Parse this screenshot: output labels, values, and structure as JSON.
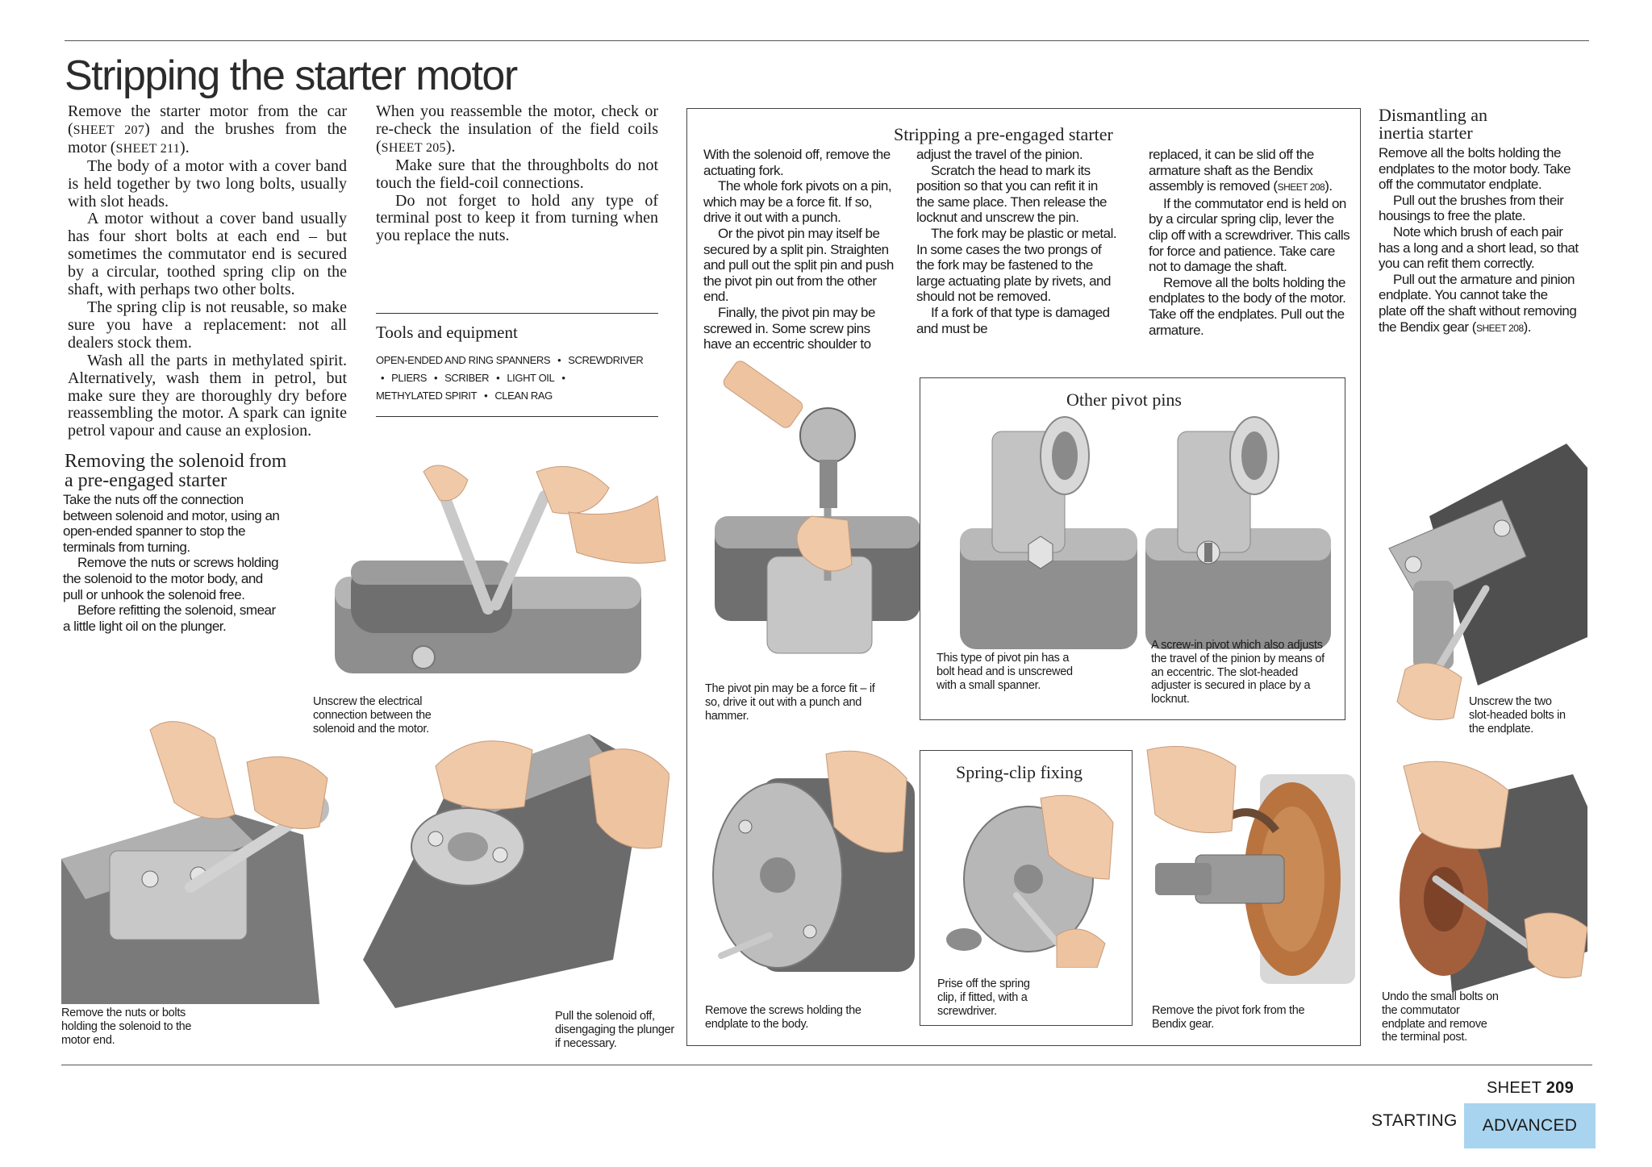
{
  "page": {
    "title": "Stripping the starter motor",
    "sheet_word": "SHEET",
    "sheet_number": "209",
    "section_label": "STARTING",
    "level_label": "ADVANCED"
  },
  "intro": {
    "p1a": "Remove the starter motor from the car (",
    "p1_sheet1": "SHEET 207",
    "p1b": ") and the brushes from the motor (",
    "p1_sheet2": "SHEET 211",
    "p1c": ").",
    "p2": "The body of a motor with a cover band is held together by two long bolts, usually with slot heads.",
    "p3": "A motor without a cover band usually has four short bolts at each end – but sometimes the commutator end is secured by a circular, toothed spring clip on the shaft, with perhaps two other bolts.",
    "p4": "The spring clip is not reusable, so make sure you have a replacement: not all dealers stock them.",
    "p5": "Wash all the parts in methylated spirit. Alternatively, wash them in petrol, but make sure they are thoroughly dry before reassembling the motor. A spark can ignite petrol vapour and cause an explosion.",
    "p6a": "When you reassemble the motor, check or re-check the insulation of the field coils (",
    "p6_sheet": "SHEET 205",
    "p6b": ").",
    "p7": "Make sure that the throughbolts do not touch the field-coil connections.",
    "p8": "Do not forget to hold any type of terminal post to keep it from turning when you replace the nuts."
  },
  "tools": {
    "heading": "Tools and equipment",
    "items": [
      "Open-ended and ring spanners",
      "Screwdriver",
      "Pliers",
      "Scriber",
      "Light oil",
      "Methylated spirit",
      "Clean rag"
    ]
  },
  "solenoid": {
    "heading_line1": "Removing the solenoid from",
    "heading_line2": "a pre-engaged starter",
    "p1": "Take the nuts off the connection between solenoid and motor, using an open-ended spanner to stop the terminals from turning.",
    "p2": "Remove the nuts or screws holding the solenoid to the motor body, and pull or unhook the solenoid free.",
    "p3": "Before refitting the solenoid, smear a little light oil on the plunger.",
    "caption_unscrew": "Unscrew the electrical connection between the solenoid and the motor.",
    "caption_remove_nuts": "Remove the nuts or bolts holding the solenoid to the motor end.",
    "caption_pull": "Pull the solenoid off, disengaging the plunger if necessary."
  },
  "pre_engaged": {
    "heading": "Stripping a pre-engaged starter",
    "col1_p1": "With the solenoid off, remove the actuating fork.",
    "col1_p2": "The whole fork pivots on a pin, which may be a force fit. If so, drive it out with a punch.",
    "col1_p3": "Or the pivot pin may itself be secured by a split pin. Straighten and pull out the split pin and push the pivot pin out from the other end.",
    "col1_p4": "Finally, the pivot pin may be screwed in. Some screw pins have an eccentric shoulder to",
    "col2_p1": "adjust the travel of the pinion.",
    "col2_p2": "Scratch the head to mark its position so that you can refit it in the same place. Then release the locknut and unscrew the pin.",
    "col2_p3": "The fork may be plastic or metal. In some cases the two prongs of the fork may be fastened to the large actuating plate by rivets, and should not be removed.",
    "col2_p4": "If a fork of that type is damaged and must be",
    "col3_p1a": "replaced, it can be slid off the armature shaft as the Bendix assembly is removed (",
    "col3_p1_sheet": "SHEET 208",
    "col3_p1b": ").",
    "col3_p2": "If the commutator end is held on by a circular spring clip, lever the clip off with a screwdriver. This calls for force and patience. Take care not to damage the shaft.",
    "col3_p3": "Remove all the bolts holding the endplates to the body of the motor. Take off the endplates. Pull out the armature.",
    "caption_force_fit": "The pivot pin may be a force fit – if so, drive it out with a punch and hammer.",
    "pivot_box_heading": "Other pivot pins",
    "caption_bolt_head": "This type of pivot pin has a bolt head and is unscrewed with a small spanner.",
    "caption_screw_in": "A screw-in pivot which also adjusts the travel of the pinion by means of an eccentric. The slot-headed adjuster is secured in place by a locknut.",
    "spring_box_heading": "Spring-clip fixing",
    "caption_prise": "Prise off the spring clip, if fitted, with a screwdriver.",
    "caption_screws": "Remove the screws holding the endplate to the body.",
    "caption_bendix": "Remove the pivot fork from the Bendix gear."
  },
  "inertia": {
    "heading_line1": "Dismantling an",
    "heading_line2": "inertia starter",
    "p1": "Remove all the bolts holding the endplates to the motor body. Take off the commutator endplate.",
    "p2": "Pull out the brushes from their housings to free the plate.",
    "p3": "Note which brush of each pair has a long and a short lead, so that you can refit them correctly.",
    "p4a": "Pull out the armature and pinion endplate. You cannot take the plate off the shaft without removing the Bendix gear (",
    "p4_sheet": "SHEET 208",
    "p4b": ").",
    "caption_slot_bolts": "Unscrew the two slot-headed bolts in the endplate.",
    "caption_small_bolts": "Undo the small bolts on the commutator endplate and remove the terminal post."
  }
}
